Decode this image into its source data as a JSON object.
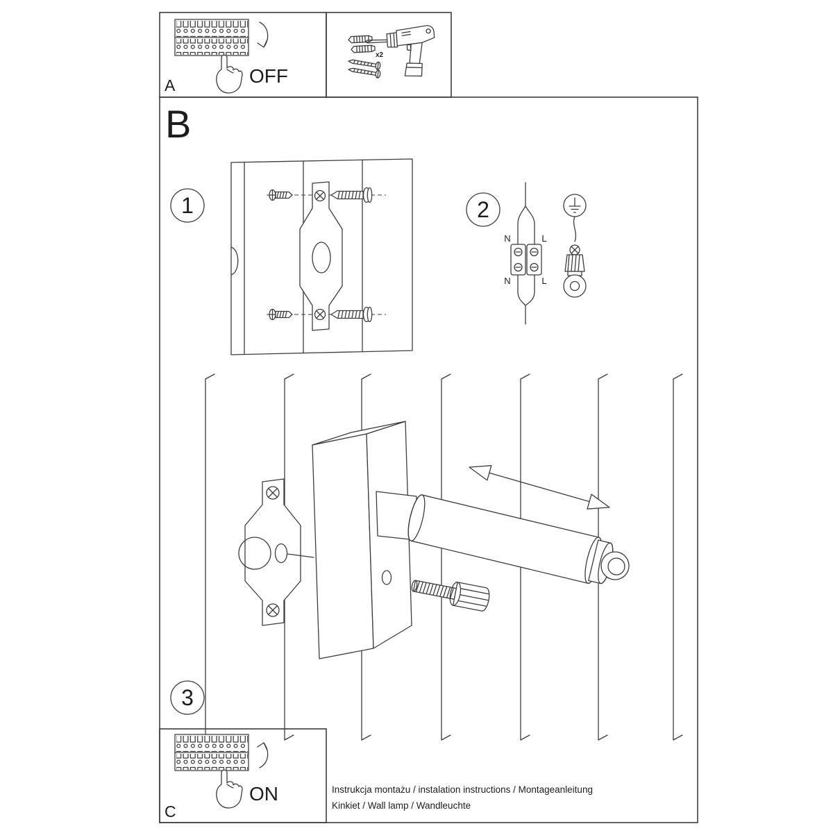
{
  "colors": {
    "ink": "#3c3c3c",
    "paper": "#ffffff"
  },
  "panels": {
    "a": {
      "label": "A",
      "state": "OFF"
    },
    "b": {
      "label": "B"
    },
    "c": {
      "label": "C",
      "state": "ON"
    }
  },
  "steps": {
    "s1": "1",
    "s2": "2",
    "s3": "3"
  },
  "tools": {
    "plug_qty": "x2"
  },
  "wiring": {
    "n_top": "N",
    "l_top": "L",
    "n_bottom": "N",
    "l_bottom": "L"
  },
  "footer": {
    "line1": "Instrukcja montażu / instalation instructions / Montageanleitung",
    "line2": "Kinkiet / Wall lamp / Wandleuchte"
  }
}
